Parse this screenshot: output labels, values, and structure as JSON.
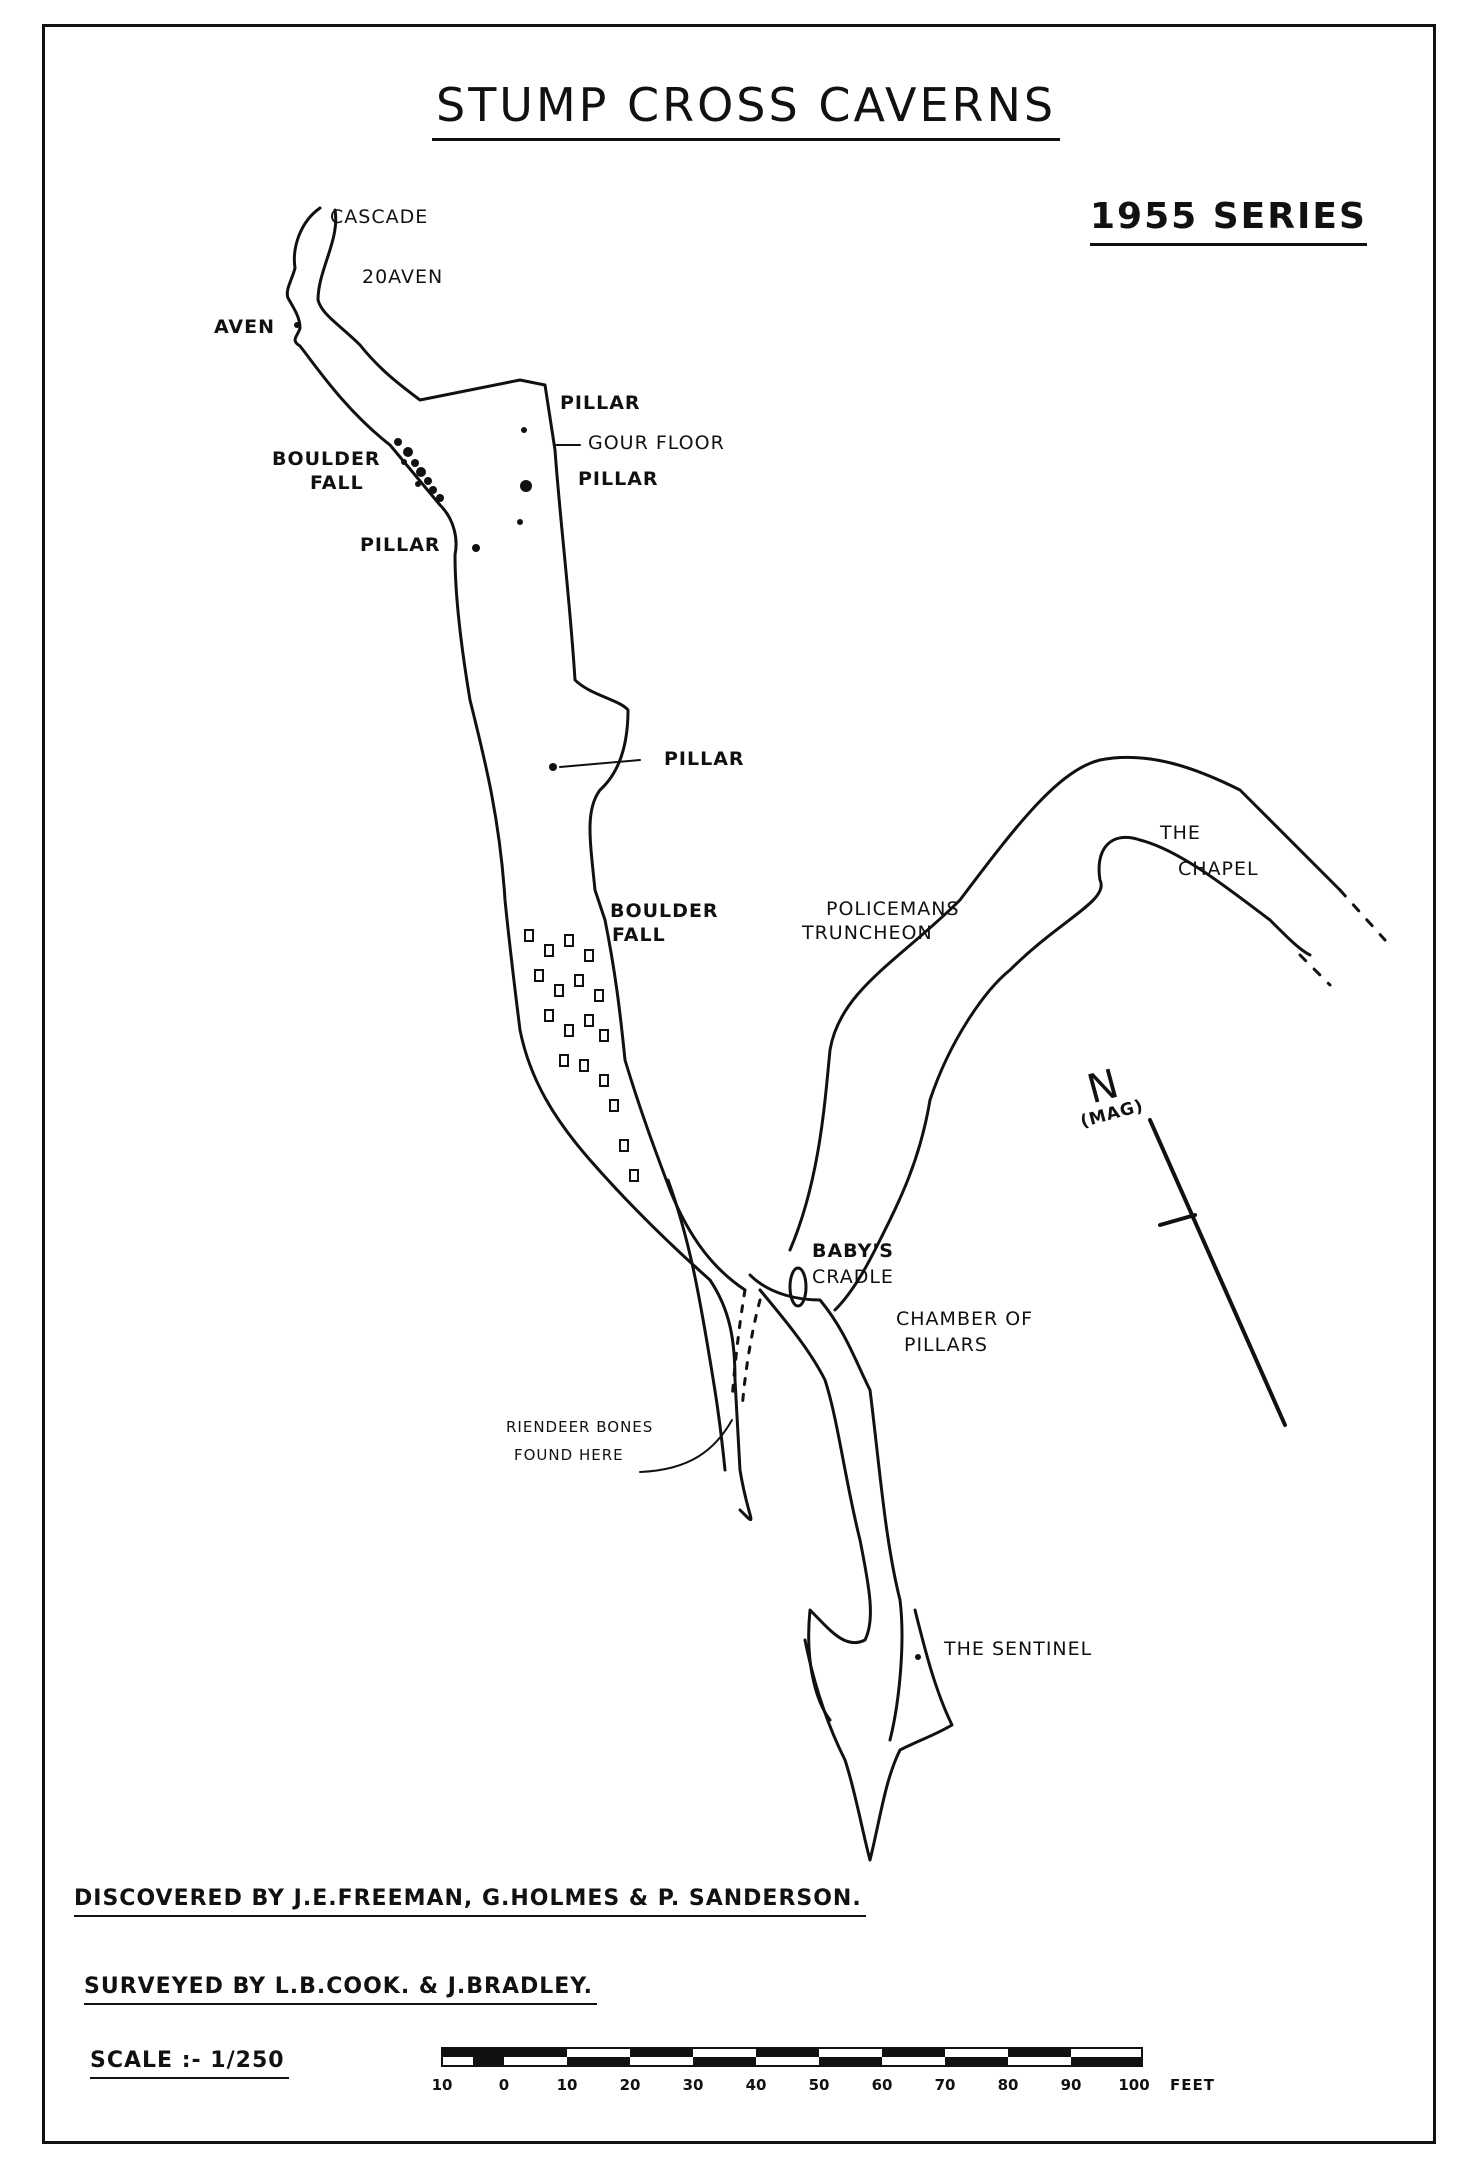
{
  "title": "STUMP CROSS CAVERNS",
  "series": "1955 SERIES",
  "features": {
    "cascade": "CASCADE",
    "twenty_aven": "20AVEN",
    "aven": "AVEN",
    "pillar_1": "PILLAR",
    "gour_floor": "GOUR FLOOR",
    "pillar_2": "PILLAR",
    "boulder_fall_1a": "BOULDER",
    "boulder_fall_1b": "FALL",
    "pillar_3": "PILLAR",
    "pillar_4": "PILLAR",
    "boulder_fall_2a": "BOULDER",
    "boulder_fall_2b": "FALL",
    "policemans_a": "POLICEMANS",
    "policemans_b": "TRUNCHEON",
    "the_chapel_a": "THE",
    "the_chapel_b": "CHAPEL",
    "babys_a": "BABY'S",
    "babys_b": "CRADLE",
    "chamber_a": "CHAMBER OF",
    "chamber_b": "PILLARS",
    "reindeer_a": "RIENDEER BONES",
    "reindeer_b": "FOUND HERE",
    "sentinel": "THE SENTINEL"
  },
  "north_arrow": {
    "letter": "N",
    "note": "(MAG)"
  },
  "credits": {
    "discovered": "DISCOVERED BY  J.E.FREEMAN, G.HOLMES & P. SANDERSON.",
    "surveyed": "SURVEYED BY   L.B.COOK. & J.BRADLEY."
  },
  "scale": {
    "label": "SCALE :- 1/250",
    "ticks": [
      "10",
      "0",
      "10",
      "20",
      "30",
      "40",
      "50",
      "60",
      "70",
      "80",
      "90",
      "100"
    ],
    "unit": "FEET"
  },
  "colors": {
    "ink": "#111111",
    "paper": "#ffffff"
  }
}
